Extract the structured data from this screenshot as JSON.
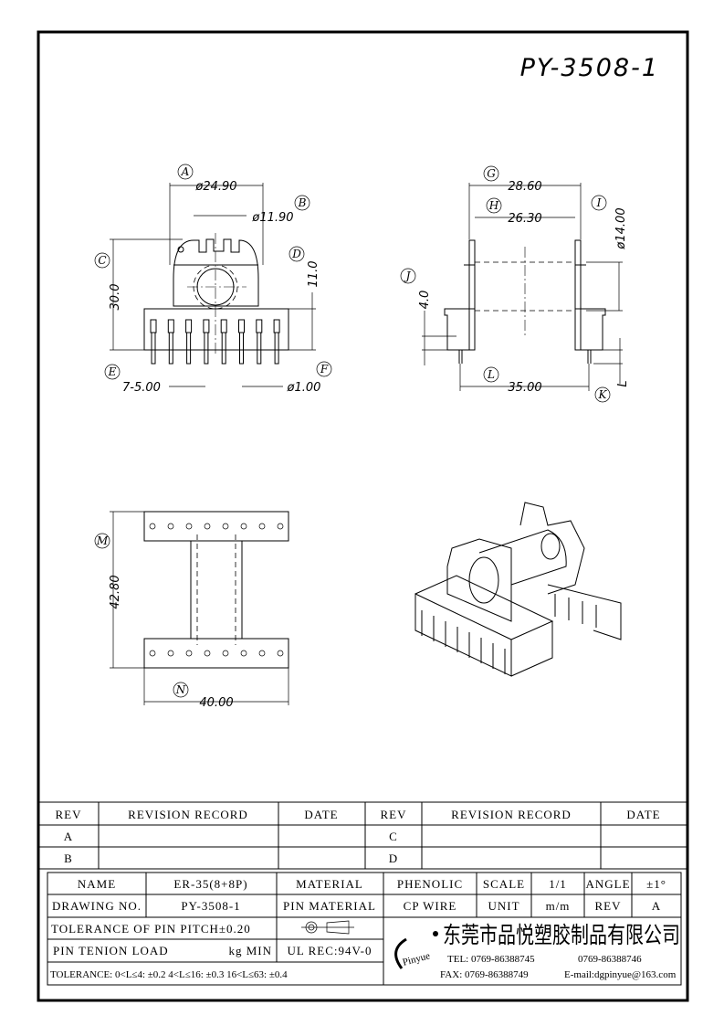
{
  "title": "PY-3508-1",
  "front_view": {
    "A": "A",
    "A_dim": "ø24.90",
    "B": "B",
    "B_dim": "ø11.90",
    "C": "C",
    "C_dim": "30.0",
    "D": "D",
    "D_dim": "11.0",
    "E": "E",
    "E_dim": "7-5.00",
    "F": "F",
    "F_dim": "ø1.00"
  },
  "side_view": {
    "G": "G",
    "G_dim": "28.60",
    "H": "H",
    "H_dim": "26.30",
    "I": "I",
    "I_dim": "ø14.00",
    "J": "J",
    "J_dim": "4.0",
    "K": "K",
    "K_dim": "L",
    "L": "L",
    "L_dim": "35.00"
  },
  "bottom_view": {
    "M": "M",
    "M_dim": "42.80",
    "N": "N",
    "N_dim": "40.00"
  },
  "revision_table": {
    "headers": [
      "REV",
      "REVISION RECORD",
      "DATE",
      "REV",
      "REVISION RECORD",
      "DATE"
    ],
    "rows": [
      [
        "A",
        "",
        "",
        "C",
        "",
        ""
      ],
      [
        "B",
        "",
        "",
        "D",
        "",
        ""
      ]
    ]
  },
  "title_block": {
    "name_label": "NAME",
    "name_value": "ER-35(8+8P)",
    "material_label": "MATERIAL",
    "material_value": "PHENOLIC",
    "scale_label": "SCALE",
    "scale_value": "1/1",
    "angle_label": "ANGLE",
    "angle_value": "±1°",
    "drawing_no_label": "DRAWING NO.",
    "drawing_no_value": "PY-3508-1",
    "pin_material_label": "PIN MATERIAL",
    "pin_material_value": "CP WIRE",
    "unit_label": "UNIT",
    "unit_value": "m/m",
    "rev_label": "REV",
    "rev_value": "A",
    "pin_pitch_tolerance": "TOLERANCE OF PIN PITCH±0.20",
    "pin_load_label": "PIN TENION LOAD",
    "pin_load_unit": "kg MIN",
    "ul": "UL REC:94V-0",
    "tolerance": "TOLERANCE: 0<L≤4: ±0.2   4<L≤16: ±0.3   16<L≤63: ±0.4",
    "company": "东莞市品悦塑胶制品有限公司",
    "logo": "Pinyue",
    "tel1": "TEL: 0769-86388745",
    "tel2": "0769-86388746",
    "fax": "FAX: 0769-86388749",
    "email": "E-mail:dgpinyue@163.com"
  }
}
